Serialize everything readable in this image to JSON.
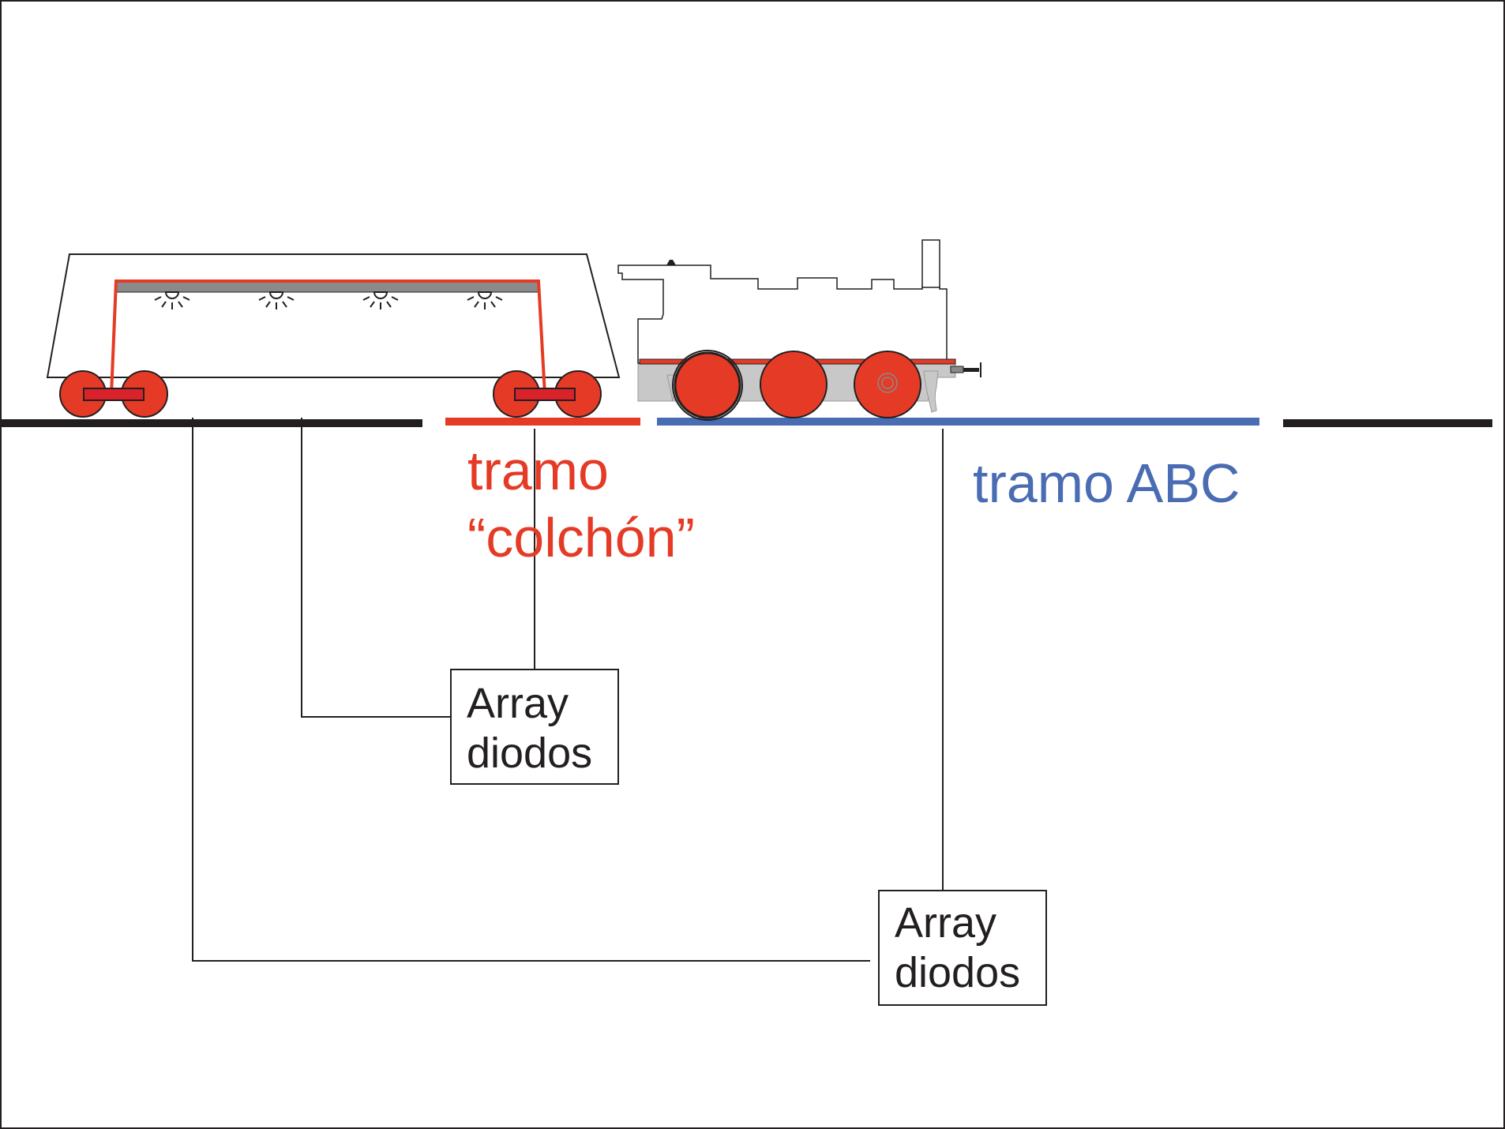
{
  "labels": {
    "cushion_section": {
      "line1": "tramo",
      "line2": "“colchón”"
    },
    "abc_section": "tramo ABC",
    "diode_box_1": {
      "line1": "Array",
      "line2": "diodos"
    },
    "diode_box_2": {
      "line1": "Array",
      "line2": "diodos"
    }
  },
  "colors": {
    "red": "#e53b26",
    "blue": "#4a6cb3",
    "dark": "#231f20",
    "grey": "#8a8a8a",
    "light_grey": "#c8c8c8"
  }
}
